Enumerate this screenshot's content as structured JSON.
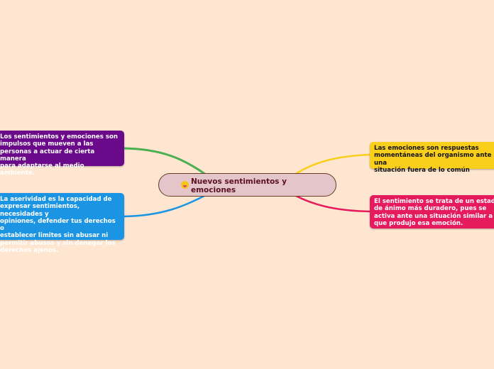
{
  "center": {
    "title": "Nuevos sentimientos y\nemociones",
    "icon": "grinning-face-emoji-icon"
  },
  "branches": [
    {
      "text": "Los sentimientos y emociones son\nimpulsos que mueven a las\npersonas a actuar de cierta manera\npara adaptarse al medio ambiente.",
      "color": "#6a0a8a",
      "link_color": "#4caf50"
    },
    {
      "text": "La aserividad es la capacidad de\nexpresar sentimientos, necesidades y\nopiniones, defender tus derechos o\nestablecer limites sin abusar ni\npermitir abusos y sin denegar los\nderechos ajenos.",
      "color": "#1b95e3",
      "link_color": "#1b95e3"
    },
    {
      "text": "Las emociones son respuestas\nmomentáneas del organismo ante una\nsituación fuera de lo común",
      "color": "#f9cf1c",
      "link_color": "#f9cf1c"
    },
    {
      "text": "El sentimiento se trata de un estado\nde ánimo más duradero, pues se\nactiva ante una situación similar a la\nque produjo esa emoción.",
      "color": "#e51b5e",
      "link_color": "#e51b5e"
    }
  ]
}
